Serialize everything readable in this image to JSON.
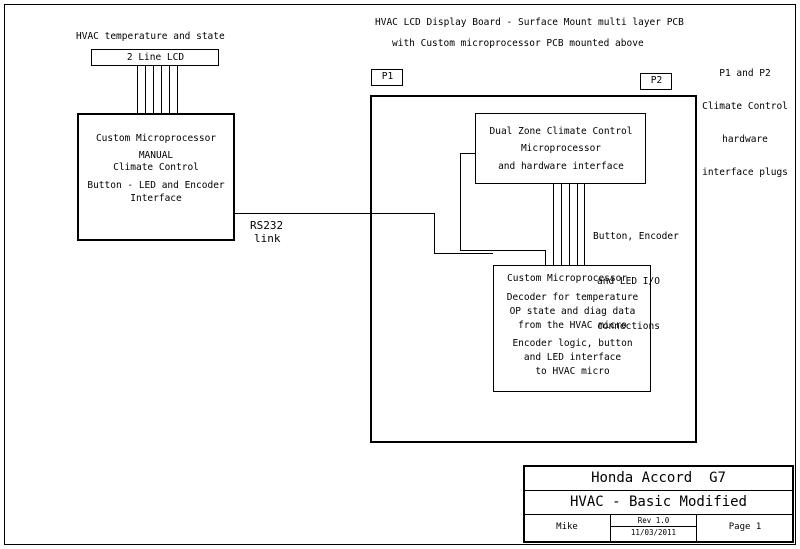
{
  "top_left_caption": "HVAC temperature and state",
  "lcd_label": "2 Line LCD",
  "left_micro": {
    "title": "Custom Microprocessor",
    "line1": "MANUAL",
    "line2": "Climate Control",
    "line3": "Button - LED and Encoder",
    "line4": "Interface"
  },
  "link_label_1": "RS232",
  "link_label_2": "link",
  "board_title_1": "HVAC LCD Display Board - Surface Mount multi layer PCB",
  "board_title_2": "with Custom microprocessor PCB mounted above",
  "p1_label": "P1",
  "p2_label": "P2",
  "plugs_note": [
    "P1 and P2",
    "Climate Control",
    "hardware",
    "interface plugs"
  ],
  "dual_zone": {
    "line1": "Dual Zone Climate Control",
    "line2": "Microprocessor",
    "line3": "and hardware interface"
  },
  "io_note": [
    "Button, Encoder",
    "and LED I/O",
    "connections"
  ],
  "custom_micro": {
    "title": "Custom Microprocessor",
    "lines": [
      "Decoder for temperature",
      "OP state and diag data",
      "from the HVAC micro",
      "Encoder logic, button",
      "and LED interface",
      "to HVAC micro"
    ]
  },
  "title_block": {
    "title": "Honda Accord  G7",
    "subtitle": "HVAC - Basic Modified",
    "author": "Mike",
    "rev": "Rev 1.0",
    "date": "11/03/2011",
    "page": "Page 1"
  }
}
